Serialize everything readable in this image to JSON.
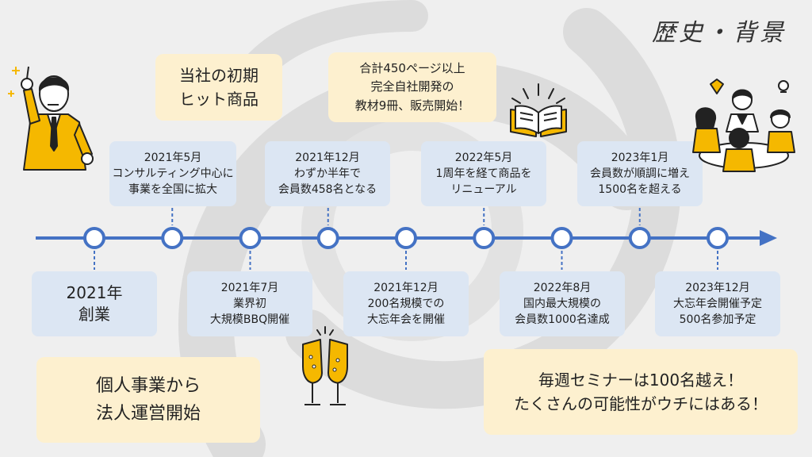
{
  "title": "歴史・背景",
  "accent_color": "#4472c4",
  "highlight_color": "#f5b800",
  "events_top": [
    {
      "lines": [
        "2021年5月",
        "コンサルティング中心に",
        "事業を全国に拡大"
      ]
    },
    {
      "lines": [
        "2021年12月",
        "わずか半年で",
        "会員数458名となる"
      ]
    },
    {
      "lines": [
        "2022年5月",
        "1周年を経て商品を",
        "リニューアル"
      ]
    },
    {
      "lines": [
        "2023年1月",
        "会員数が順調に増え",
        "1500名を超える"
      ]
    }
  ],
  "events_bottom": [
    {
      "lines": [
        "2021年",
        "創業"
      ]
    },
    {
      "lines": [
        "2021年7月",
        "業界初",
        "大規模BBQ開催"
      ]
    },
    {
      "lines": [
        "2021年12月",
        "200名規模での",
        "大忘年会を開催"
      ]
    },
    {
      "lines": [
        "2022年8月",
        "国内最大規模の",
        "会員数1000名達成"
      ]
    },
    {
      "lines": [
        "2023年12月",
        "大忘年会開催予定",
        "500名参加予定"
      ]
    }
  ],
  "callouts": {
    "hit_product": [
      "当社の初期",
      "ヒット商品"
    ],
    "materials": [
      "合計450ページ以上",
      "完全自社開発の",
      "教材9冊、販売開始！"
    ],
    "corporate": [
      "個人事業から",
      "法人運営開始"
    ],
    "seminar": [
      "毎週セミナーは100名越え！",
      "たくさんの可能性がウチにはある！"
    ]
  },
  "icons": {
    "person": "businessman-pointing-icon",
    "book": "open-book-icon",
    "toast": "champagne-toast-icon",
    "meeting": "team-meeting-icon"
  }
}
